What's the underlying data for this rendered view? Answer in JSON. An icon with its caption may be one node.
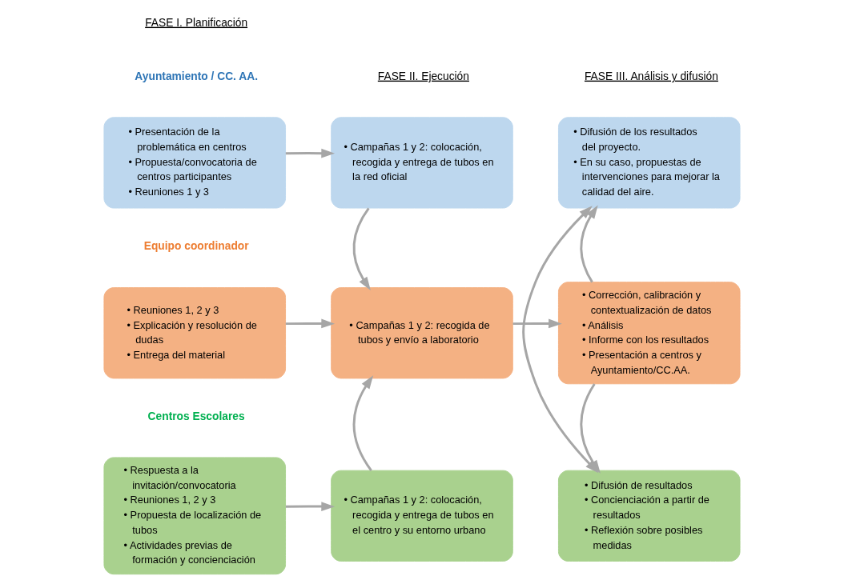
{
  "diagram": {
    "nodes": [
      {
        "text": [
          "• Presentación de la problemática en centros",
          "• Propuesta/convocatoria de centros participantes",
          "• Reuniones 1 y 3"
        ]
      },
      {
        "text": [
          "• Campañas 1 y 2: colocación, recogida y entrega de tubos en la red oficial"
        ]
      },
      {
        "text": [
          "• Difusión de los resultados del proyecto.",
          "• En su caso, propuestas de intervenciones para mejorar la calidad del aire."
        ]
      },
      {
        "text": [
          "• Reuniones 1, 2 y 3",
          "• Explicación y resolución de dudas",
          "• Entrega del material"
        ]
      },
      {
        "text": [
          "• Campañas 1 y 2: recogida de tubos y envío a laboratorio"
        ]
      },
      {
        "text": [
          "• Corrección, calibración y contextualización de datos",
          "• Análisis",
          "• Informe con los resultados",
          "• Presentación a centros y Ayuntamiento/CC.AA."
        ]
      },
      {
        "text": [
          "• Respuesta a la invitación/convocatoria",
          "• Reuniones 1, 2 y 3",
          "• Propuesta de localización de tubos",
          "• Actividades previas de formación y concienciación"
        ]
      },
      {
        "text": [
          "• Campañas 1 y 2: colocación, recogida y entrega de tubos en el centro y su entorno urbano"
        ]
      },
      {
        "text": [
          "• Difusión de resultados",
          "• Concienciación a partir de resultados",
          "• Reflexión sobre posibles medidas"
        ]
      }
    ],
    "edges": [
      {
        "from": 0,
        "to": 1,
        "arrow": "to"
      },
      {
        "from": 1,
        "to": 4,
        "arrow": "to"
      },
      {
        "from": 3,
        "to": 4,
        "arrow": "to"
      },
      {
        "from": 4,
        "to": 5,
        "arrow": "to"
      },
      {
        "from": 6,
        "to": 7,
        "arrow": "to"
      },
      {
        "from": 7,
        "to": 4,
        "arrow": "to"
      },
      {
        "from": 5,
        "to": 2,
        "arrow": "to"
      },
      {
        "from": 5,
        "to": 8,
        "arrow": "to"
      },
      {
        "from": 2,
        "to": 8,
        "arrow": "both"
      }
    ],
    "labels": [
      "FASE I. Planificación",
      "FASE II. Ejecución",
      "FASE III. Análisis y difusión",
      "Ayuntamiento / CC. AA.",
      "Equipo coordinador",
      "Centros Escolares"
    ]
  }
}
